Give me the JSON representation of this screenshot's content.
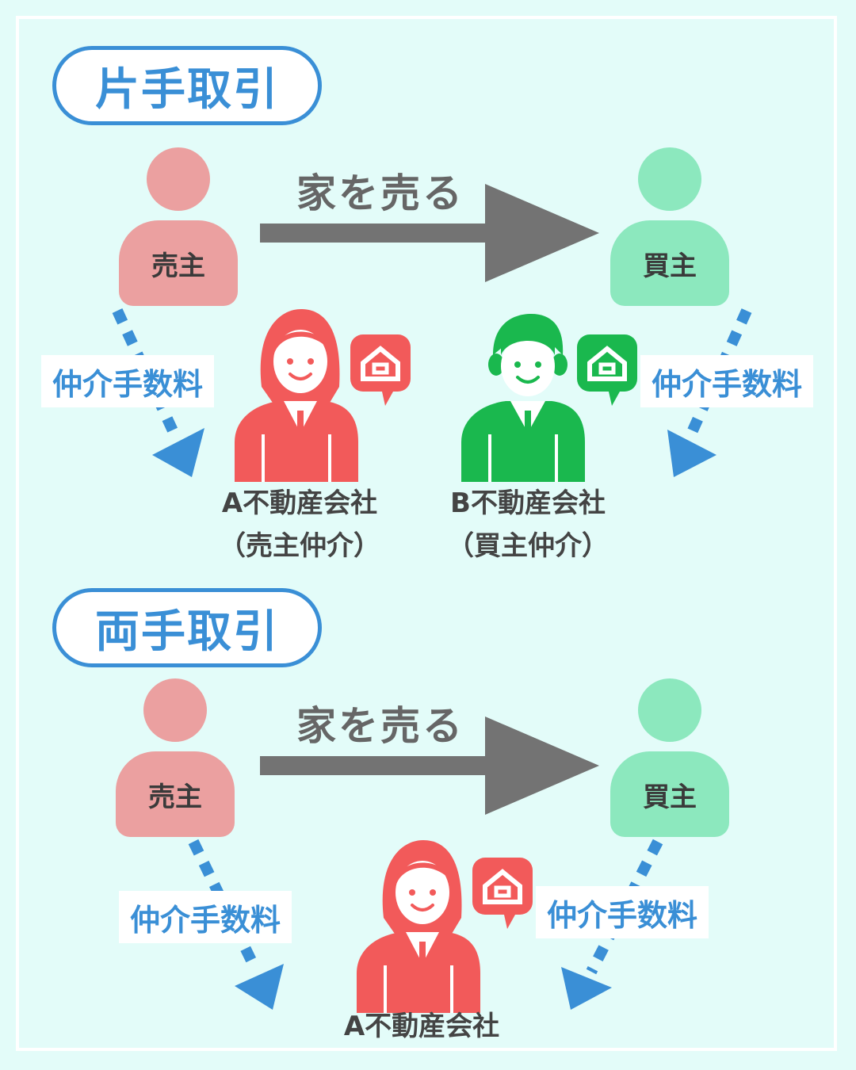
{
  "section1": {
    "title": "片手取引",
    "seller": "売主",
    "buyer": "買主",
    "arrow_label": "家を売る",
    "fee_left": "仲介手数料",
    "fee_right": "仲介手数料",
    "agent_a": {
      "name": "A不動産会社",
      "role": "（売主仲介）"
    },
    "agent_b": {
      "name": "B不動産会社",
      "role": "（買主仲介）"
    }
  },
  "section2": {
    "title": "両手取引",
    "seller": "売主",
    "buyer": "買主",
    "arrow_label": "家を売る",
    "fee_left": "仲介手数料",
    "fee_right": "仲介手数料",
    "agent_a": {
      "name": "A不動産会社"
    }
  },
  "colors": {
    "background": "#e3fcf9",
    "accent_blue": "#3a8fd6",
    "seller_pink": "#eba0a0",
    "buyer_green": "#8ce8be",
    "agent_red": "#f25a5a",
    "agent_green": "#1ab84e",
    "arrow_gray": "#737373"
  }
}
